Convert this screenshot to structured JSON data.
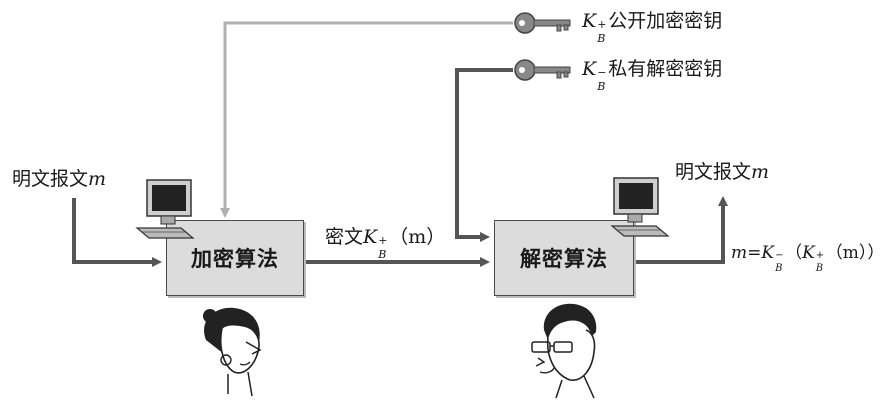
{
  "keys": {
    "public_key_label": "公开加密密钥",
    "private_key_label": "私有解密密钥",
    "key_symbol": "K",
    "key_sub": "B",
    "plus": "+",
    "minus": "−"
  },
  "plaintext_in": {
    "label": "明文报文",
    "var": "m"
  },
  "plaintext_out": {
    "label": "明文报文",
    "var": "m"
  },
  "encrypt_box": {
    "label": "加密算法"
  },
  "decrypt_box": {
    "label": "解密算法"
  },
  "ciphertext": {
    "label": "密文",
    "arg": "（m）"
  },
  "output_formula": {
    "prefix": "m=",
    "mid": "（",
    "arg": "（m））"
  },
  "colors": {
    "arrow_dark": "#555555",
    "arrow_light": "#b0b0b0",
    "box_fill": "#dcdcdc",
    "key_color": "#777777"
  }
}
